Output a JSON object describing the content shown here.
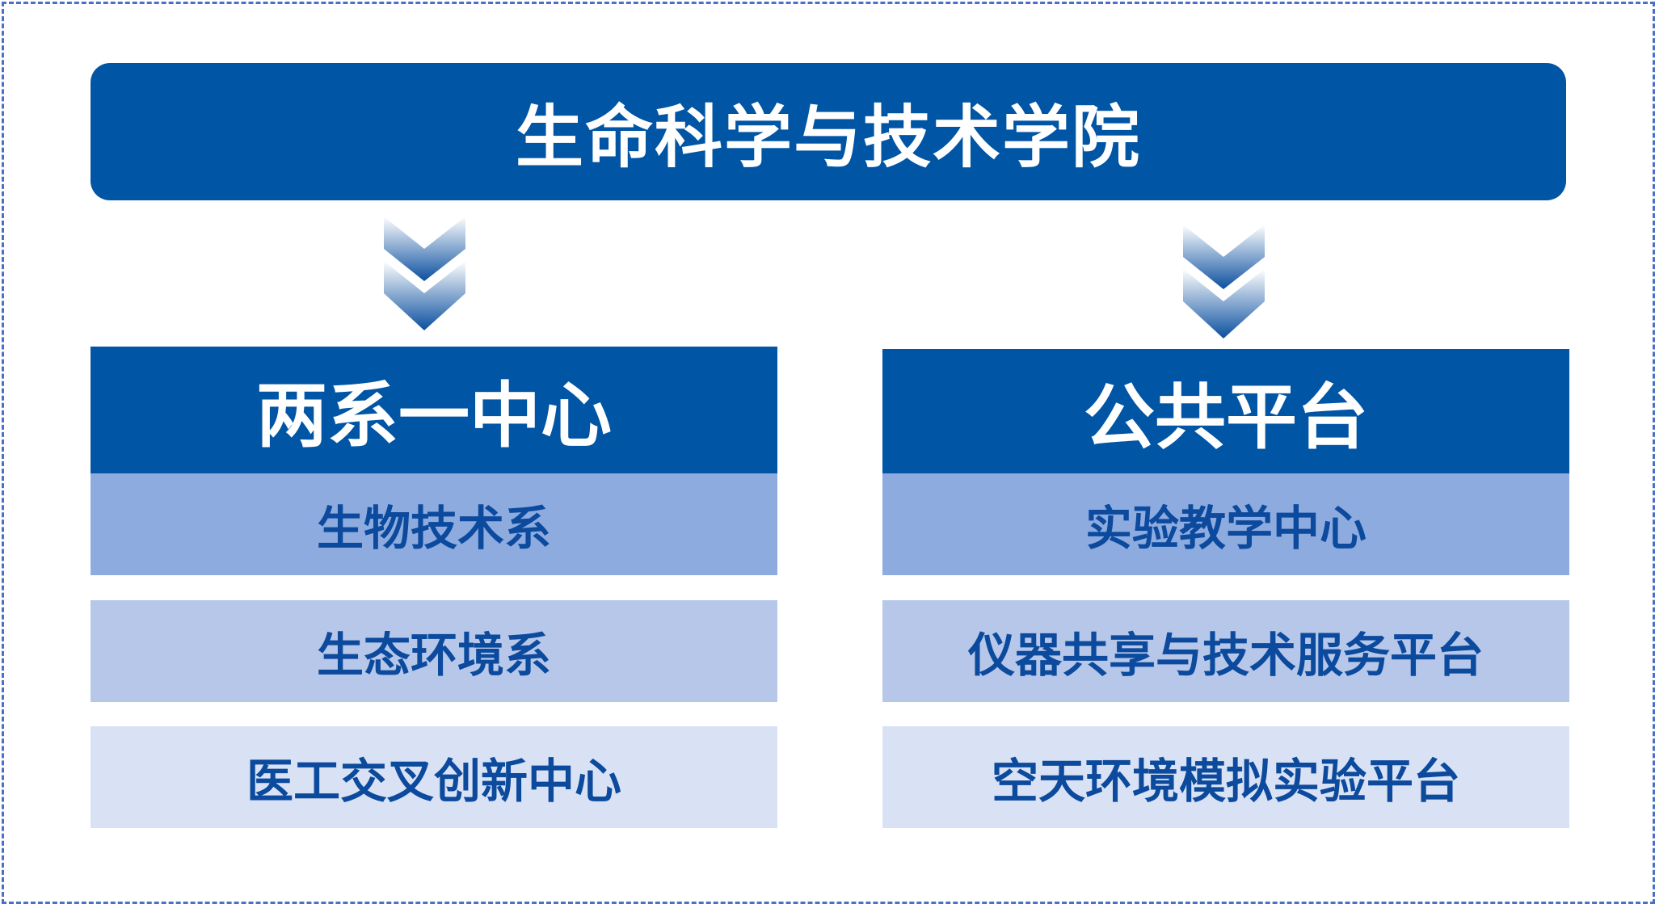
{
  "title": "生命科学与技术学院",
  "left": {
    "header": "两系一中心",
    "items": [
      "生物技术系",
      "生态环境系",
      "医工交叉创新中心"
    ]
  },
  "right": {
    "header": "公共平台",
    "items": [
      "实验教学中心",
      "仪器共享与技术服务平台",
      "空天环境模拟实验平台"
    ]
  },
  "colors": {
    "primary": "#0155a5",
    "row1": "#8eabe0",
    "row2": "#b6c7ea",
    "row3": "#d9e2f5",
    "text": "#0c4a9d"
  }
}
